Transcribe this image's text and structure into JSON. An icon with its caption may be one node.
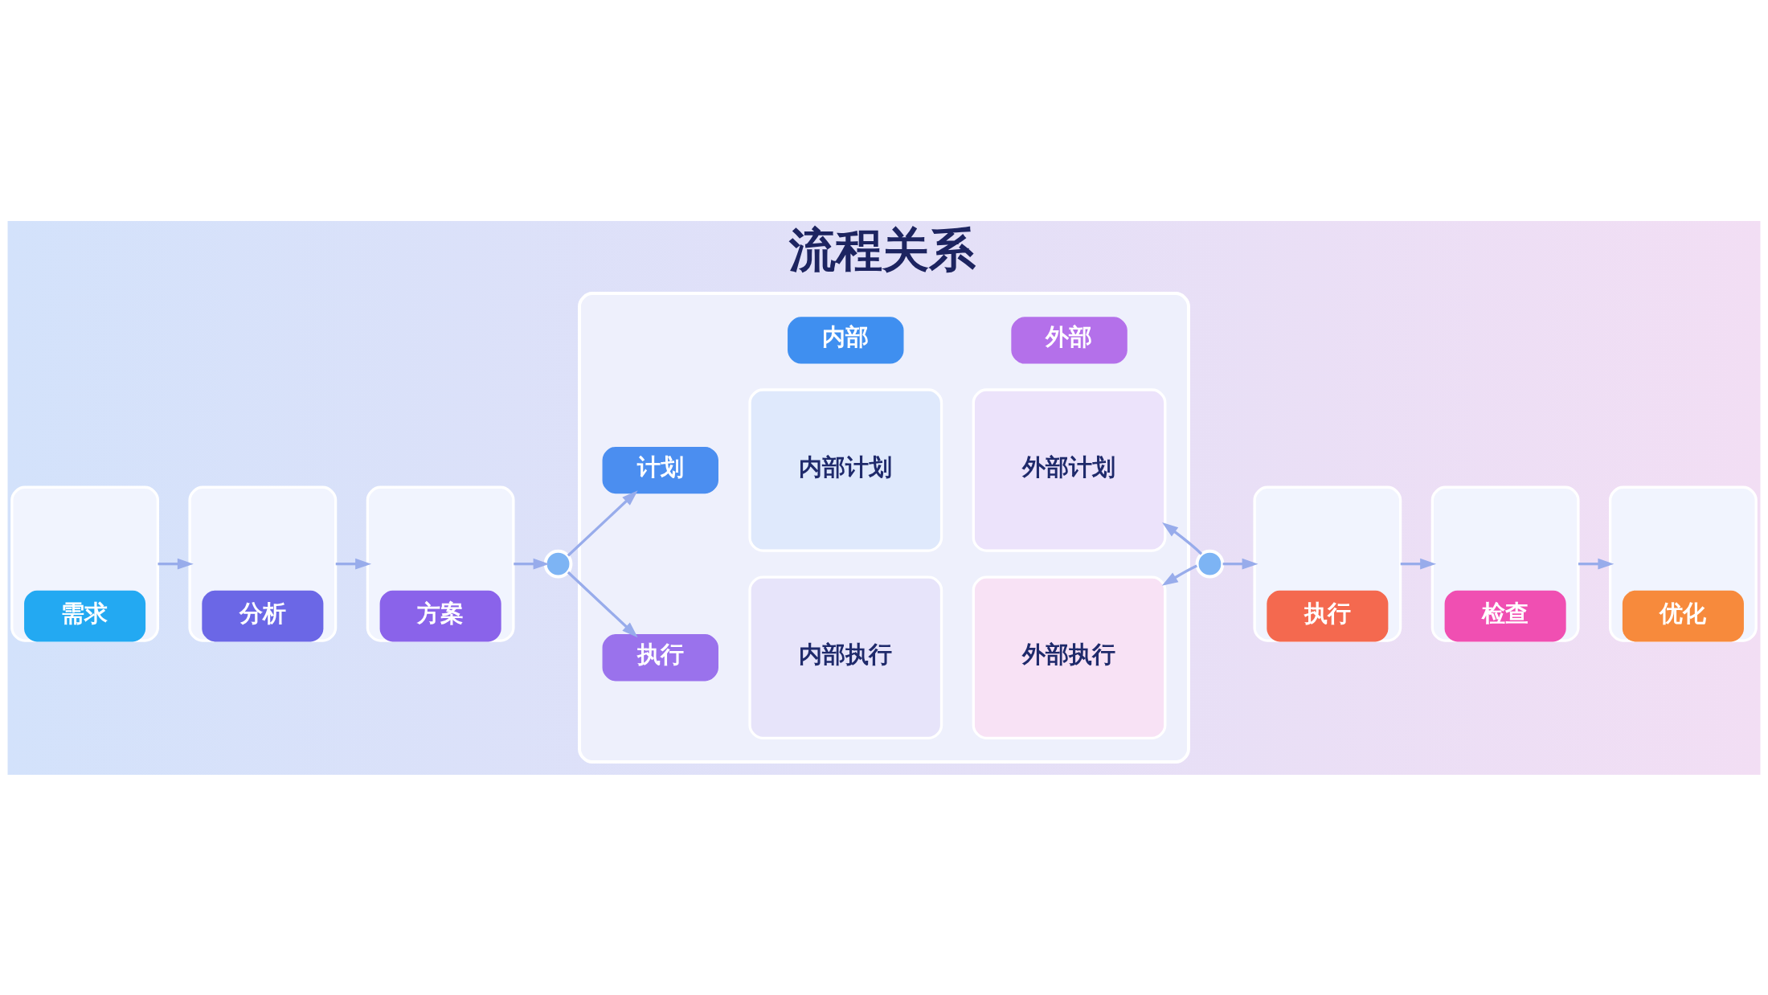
{
  "diagram": {
    "title": "流程关系",
    "nodes": [
      {
        "text": [
          "需求"
        ]
      },
      {
        "text": [
          "分析"
        ]
      },
      {
        "text": [
          "方案"
        ]
      },
      {
        "text": [],
        "shape": "circle"
      },
      {
        "text": [],
        "shape": "box"
      },
      {
        "text": [
          "内部"
        ],
        "in": 4
      },
      {
        "text": [
          "外部"
        ],
        "in": 4
      },
      {
        "text": [
          "计划"
        ],
        "in": 4
      },
      {
        "text": [
          "内部计划"
        ],
        "in": 4
      },
      {
        "text": [
          "外部计划"
        ],
        "in": 4
      },
      {
        "text": [
          "执行"
        ],
        "in": 4
      },
      {
        "text": [
          "内部执行"
        ],
        "in": 4
      },
      {
        "text": [
          "外部执行"
        ],
        "in": 4
      },
      {
        "text": [],
        "shape": "circle"
      },
      {
        "text": [
          "执行"
        ]
      },
      {
        "text": [
          "检查"
        ]
      },
      {
        "text": [
          "优化"
        ]
      }
    ],
    "edges": [
      {
        "from": 0,
        "to": 1,
        "arrow": "to"
      },
      {
        "from": 1,
        "to": 2,
        "arrow": "to"
      },
      {
        "from": 2,
        "to": 3,
        "arrow": "to"
      },
      {
        "from": 3,
        "to": 7,
        "arrow": "to"
      },
      {
        "from": 3,
        "to": 10,
        "arrow": "to"
      },
      {
        "from": 13,
        "to": 9,
        "arrow": "to"
      },
      {
        "from": 13,
        "to": 12,
        "arrow": "to"
      },
      {
        "from": 13,
        "to": 14,
        "arrow": "to"
      },
      {
        "from": 14,
        "to": 15,
        "arrow": "to"
      },
      {
        "from": 15,
        "to": 16,
        "arrow": "to"
      }
    ]
  }
}
